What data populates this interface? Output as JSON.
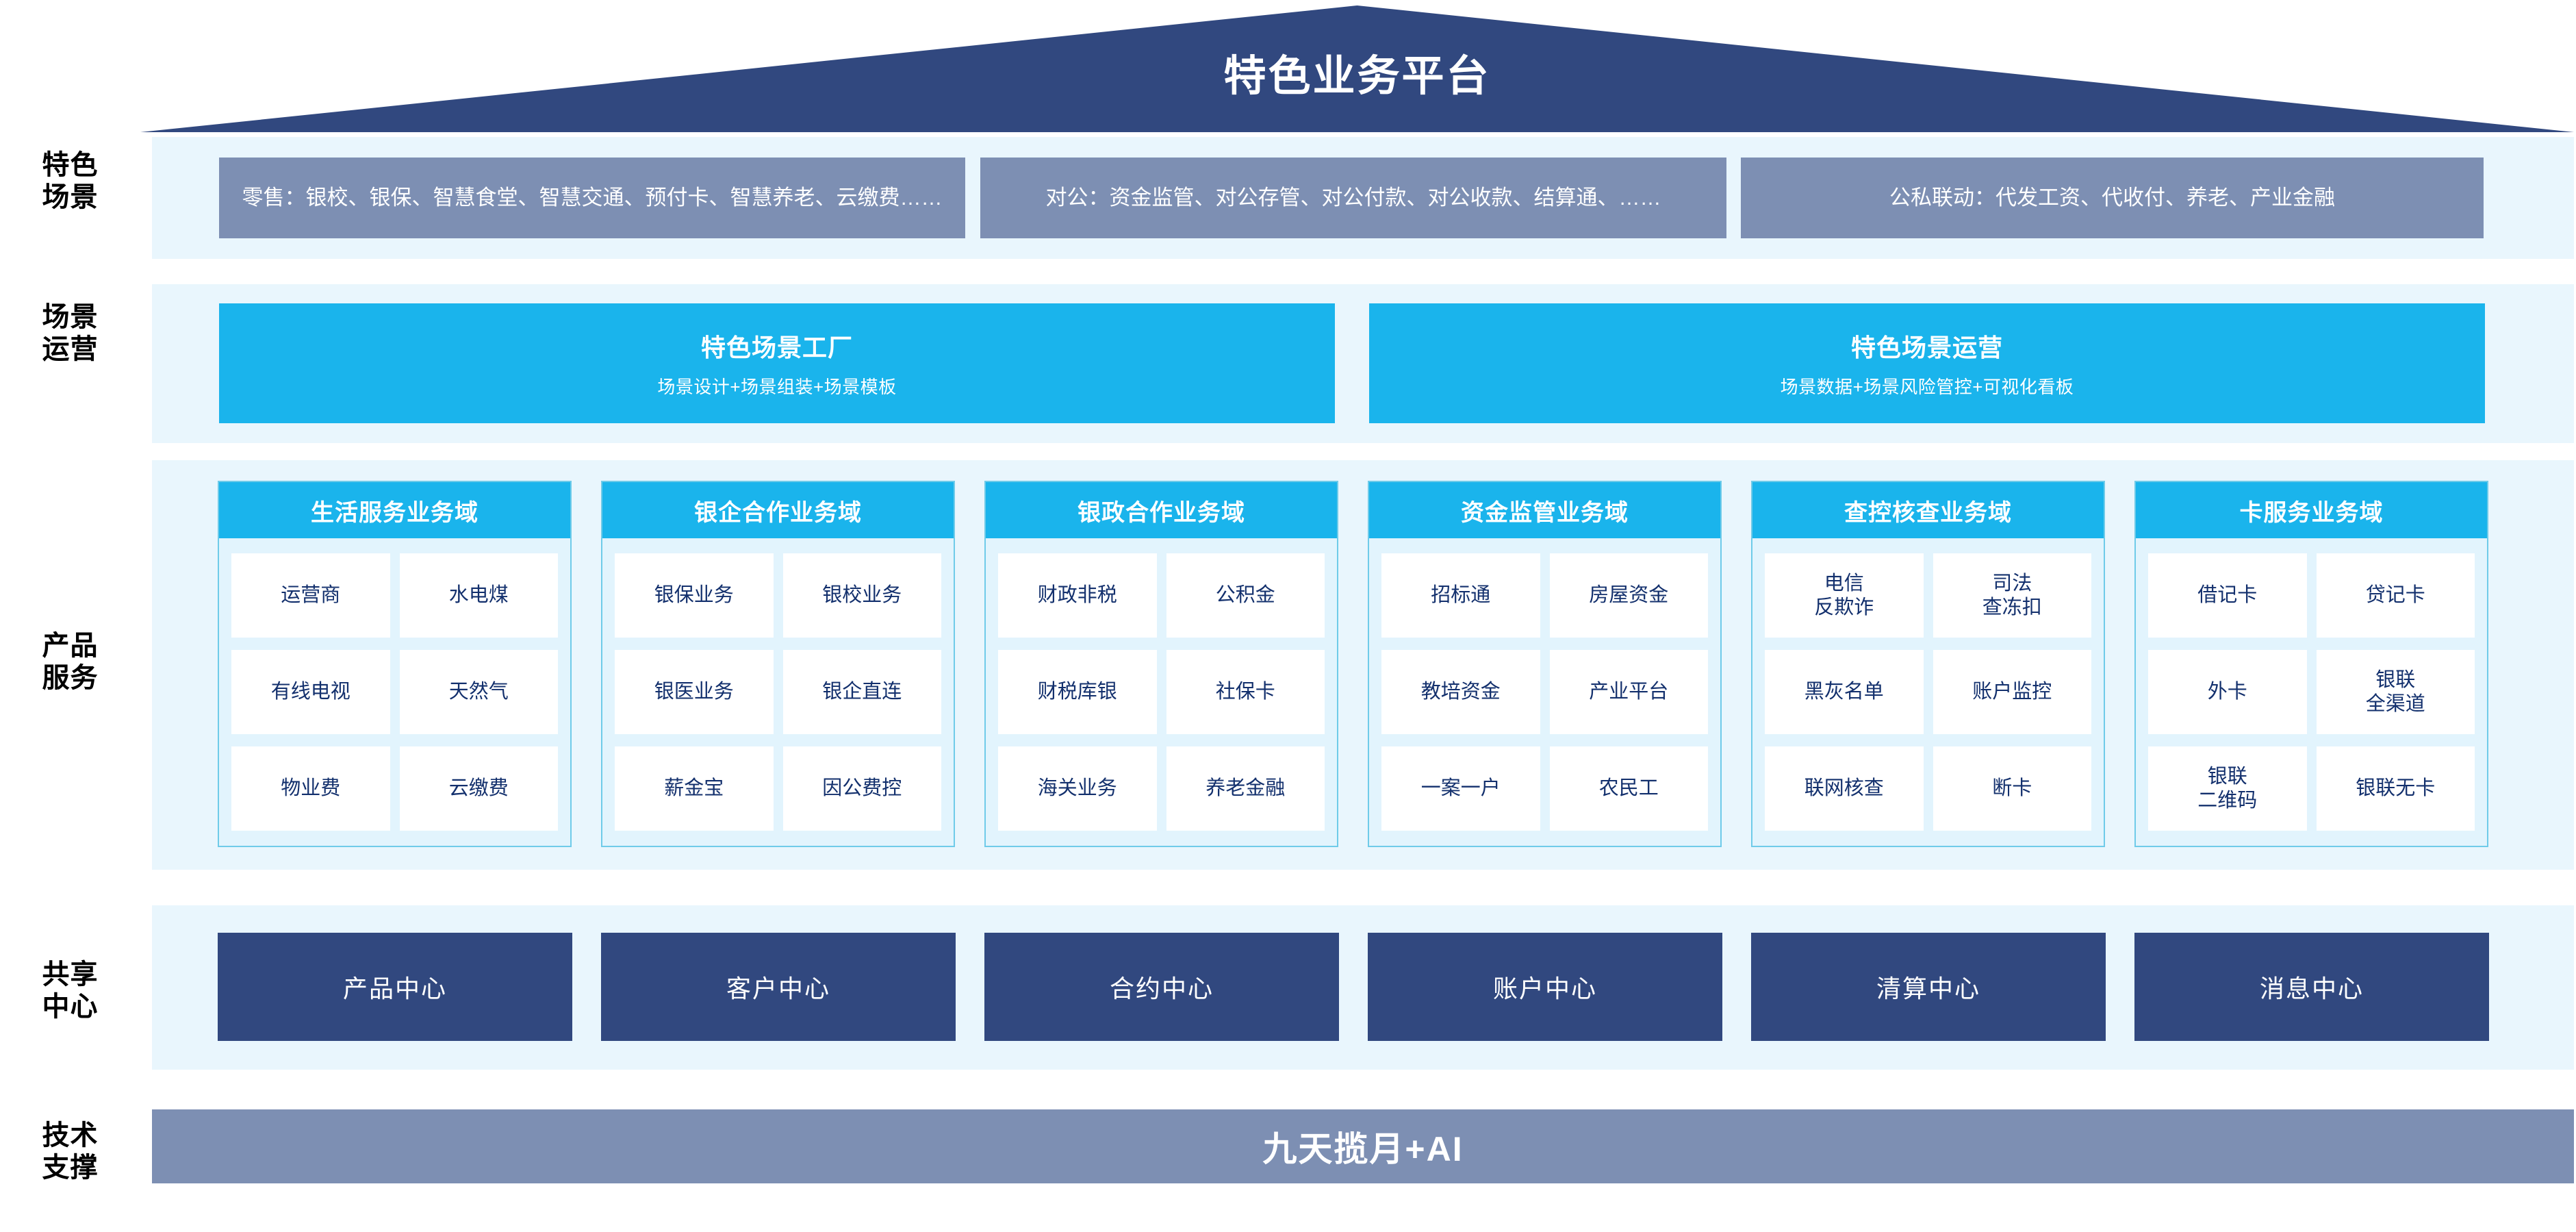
{
  "platform": {
    "title": "特色业务平台"
  },
  "row_labels": {
    "scenarios": "特色\n场景",
    "operations": "场景\n运营",
    "products": "产品\n服务",
    "shared_centers": "共享\n中心",
    "tech_support": "技术\n支撑"
  },
  "scenarios": [
    {
      "text": "零售：银校、银保、智慧食堂、智慧交通、预付卡、智慧养老、云缴费……"
    },
    {
      "text": "对公：资金监管、对公存管、对公付款、对公收款、结算通、……"
    },
    {
      "text": "公私联动：代发工资、代收付、养老、产业金融"
    }
  ],
  "operations": [
    {
      "title": "特色场景工厂",
      "subtitle": "场景设计+场景组装+场景模板"
    },
    {
      "title": "特色场景运营",
      "subtitle": "场景数据+场景风险管控+可视化看板"
    }
  ],
  "domains": [
    {
      "title": "生活服务业务域",
      "items": [
        "运营商",
        "水电煤",
        "有线电视",
        "天然气",
        "物业费",
        "云缴费"
      ]
    },
    {
      "title": "银企合作业务域",
      "items": [
        "银保业务",
        "银校业务",
        "银医业务",
        "银企直连",
        "薪金宝",
        "因公费控"
      ]
    },
    {
      "title": "银政合作业务域",
      "items": [
        "财政非税",
        "公积金",
        "财税库银",
        "社保卡",
        "海关业务",
        "养老金融"
      ]
    },
    {
      "title": "资金监管业务域",
      "items": [
        "招标通",
        "房屋资金",
        "教培资金",
        "产业平台",
        "一案一户",
        "农民工"
      ]
    },
    {
      "title": "查控核查业务域",
      "items": [
        "电信\n反欺诈",
        "司法\n查冻扣",
        "黑灰名单",
        "账户监控",
        "联网核查",
        "断卡"
      ]
    },
    {
      "title": "卡服务业务域",
      "items": [
        "借记卡",
        "贷记卡",
        "外卡",
        "银联\n全渠道",
        "银联\n二维码",
        "银联无卡"
      ]
    }
  ],
  "shared_centers": [
    "产品中心",
    "客户中心",
    "合约中心",
    "账户中心",
    "清算中心",
    "消息中心"
  ],
  "tech_support": {
    "label": "九天揽月+AI"
  },
  "colors": {
    "roof": "#31487f",
    "band": "#e9f6fd",
    "scenario_box": "#7d8fb3",
    "accent_cyan": "#1ab4ec",
    "center_box": "#31487f",
    "cell_text": "#13306d",
    "tech_bar": "#7d8fb3"
  }
}
